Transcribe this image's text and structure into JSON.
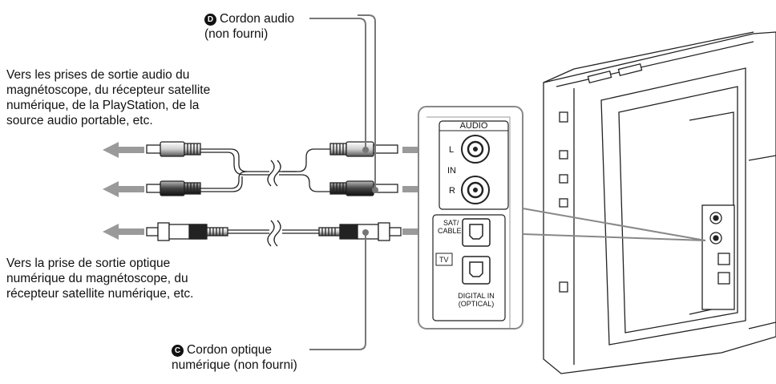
{
  "callouts": {
    "d": {
      "badge": "D",
      "line1": "Cordon audio",
      "line2": "(non fourni)"
    },
    "c": {
      "badge": "C",
      "line1": "Cordon optique",
      "line2": "numérique (non fourni)"
    }
  },
  "left_text_top": [
    "Vers les prises de sortie audio du",
    "magnétoscope, du récepteur satellite",
    "numérique, de la PlayStation, de la",
    "source audio portable, etc."
  ],
  "left_text_bottom": [
    "Vers la prise de sortie optique",
    "numérique du magnétoscope, du",
    "récepteur satellite numérique, etc."
  ],
  "panel": {
    "audio": "AUDIO",
    "l": "L",
    "in": "IN",
    "r": "R",
    "sat1": "SAT/",
    "sat2": "CABLE",
    "tv": "TV",
    "digital1": "DIGITAL IN",
    "digital2": "(OPTICAL)"
  }
}
